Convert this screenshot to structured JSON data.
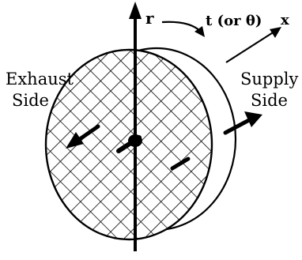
{
  "labels": {
    "axis_r": "r",
    "axis_t": "t (or θ)",
    "axis_x": "x",
    "exhaust_line1": "Exhaust",
    "exhaust_line2": "Side",
    "supply_line1": "Supply",
    "supply_line2": "Side"
  },
  "colors": {
    "ink": "#000000",
    "paper": "#ffffff"
  }
}
